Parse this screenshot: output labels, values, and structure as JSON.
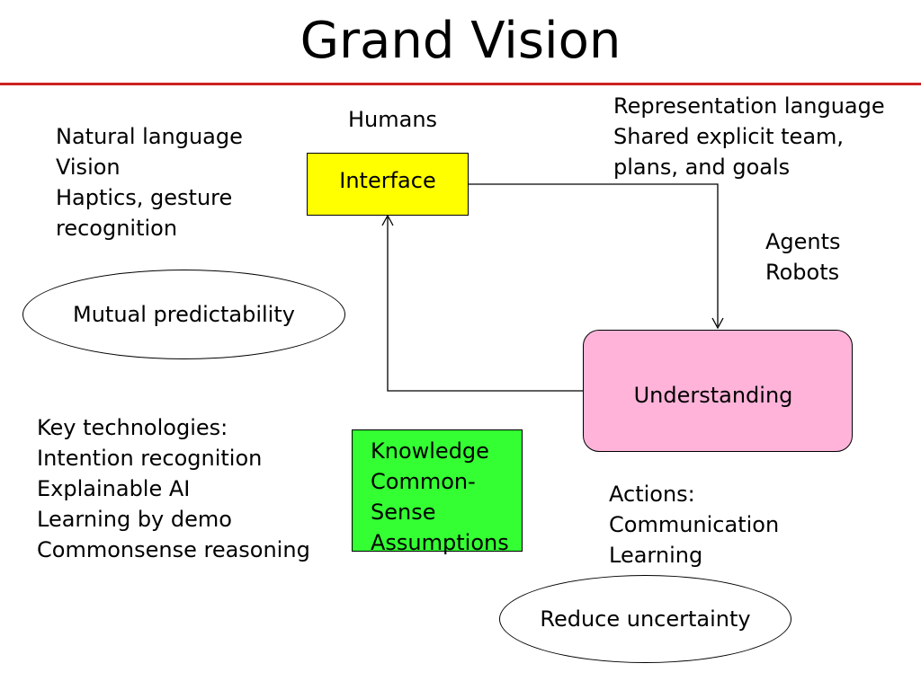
{
  "title": "Grand Vision",
  "colors": {
    "title_rule": "#cc2222",
    "interface_fill": "#ffff00",
    "understanding_fill": "#ffb3d9",
    "knowledge_fill": "#33ff33"
  },
  "labels": {
    "humans": "Humans",
    "agents_robots": [
      "Agents",
      "Robots"
    ],
    "representation": [
      "Representation language",
      "Shared explicit team,",
      "plans, and goals"
    ],
    "natural_language": [
      "Natural language",
      "Vision",
      "Haptics, gesture",
      "recognition"
    ],
    "key_technologies": [
      "Key technologies:",
      "Intention recognition",
      "Explainable AI",
      "Learning by demo",
      "Commonsense reasoning"
    ],
    "actions": [
      "Actions:",
      "Communication",
      "Learning"
    ]
  },
  "boxes": {
    "interface": "Interface",
    "understanding": "Understanding",
    "knowledge": [
      "Knowledge",
      "Common-",
      "Sense",
      "Assumptions"
    ]
  },
  "ellipses": {
    "mutual_predictability": "Mutual predictability",
    "reduce_uncertainty": "Reduce uncertainty"
  }
}
